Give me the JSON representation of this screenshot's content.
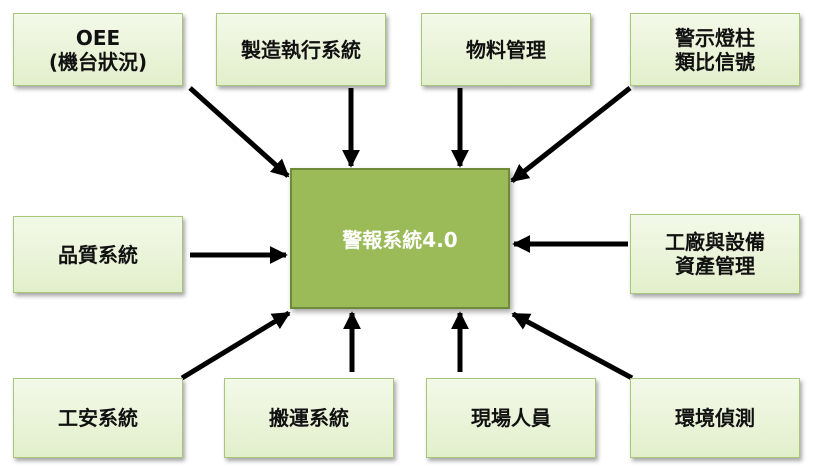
{
  "center": {
    "label": "警報系統4.0"
  },
  "sources": {
    "oee": [
      "OEE",
      "(機台狀況)"
    ],
    "mes": [
      "製造執行系統"
    ],
    "material": [
      "物料管理"
    ],
    "andon": [
      "警示燈柱",
      "類比信號"
    ],
    "quality": [
      "品質系統"
    ],
    "facility": [
      "工廠與設備",
      "資產管理"
    ],
    "safety": [
      "工安系統"
    ],
    "transport": [
      "搬運系統"
    ],
    "staff": [
      "現場人員"
    ],
    "environment": [
      "環境偵測"
    ]
  }
}
